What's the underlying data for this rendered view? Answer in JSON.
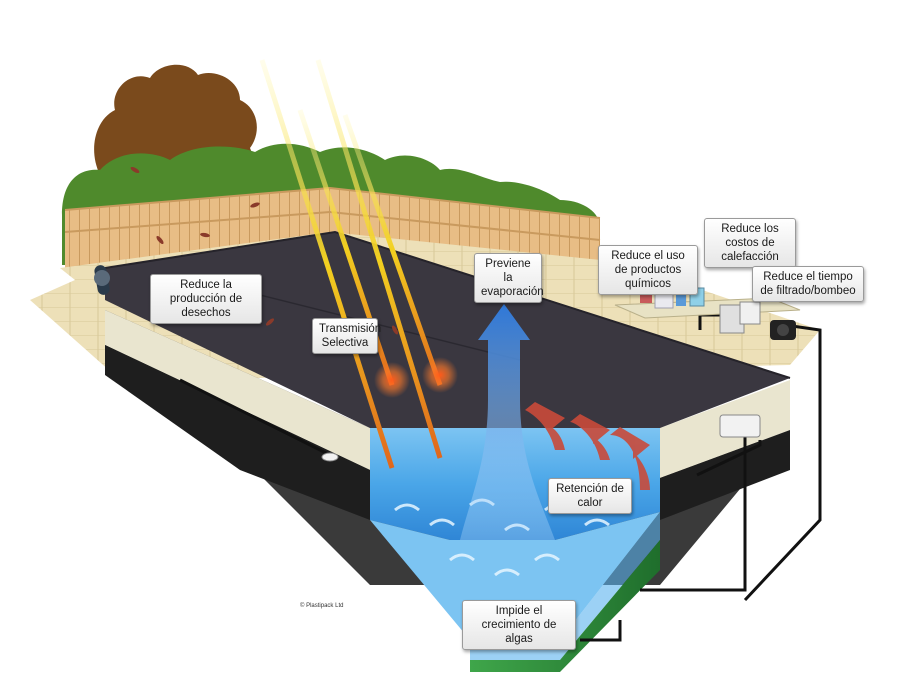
{
  "labels": {
    "waste": "Reduce la producción de desechos",
    "transmission": "Transmisión Selectiva",
    "evaporation": "Previene la evaporación",
    "chemicals": "Reduce el uso de productos químicos",
    "heating": "Reduce los costos de calefacción",
    "filtering": "Reduce el tiempo de filtrado/bombeo",
    "heat_retention": "Retención de calor",
    "algae": "Impide el crecimiento de algas"
  },
  "copyright": "© Plastipack Ltd",
  "colors": {
    "fence": "#e8bd85",
    "hedge": "#4f8a2c",
    "tree": "#7a4a1c",
    "cover": "#3a3740",
    "water": "#4aa6e8",
    "ground": "#2c8a3a",
    "sun_ray": "#f2d020",
    "heat_arrow": "#d63a2a",
    "evap_arrow": "#2f78d8"
  }
}
